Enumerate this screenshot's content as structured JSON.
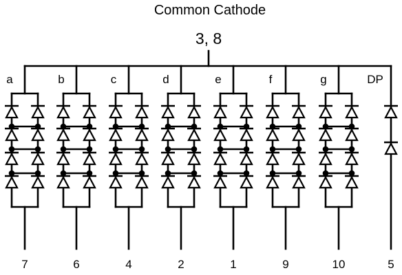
{
  "title": "Common Cathode",
  "common_pins": "3, 8",
  "segments": [
    {
      "label": "a",
      "pin": "7"
    },
    {
      "label": "b",
      "pin": "6"
    },
    {
      "label": "c",
      "pin": "4"
    },
    {
      "label": "d",
      "pin": "2"
    },
    {
      "label": "e",
      "pin": "1"
    },
    {
      "label": "f",
      "pin": "9"
    },
    {
      "label": "g",
      "pin": "10"
    }
  ],
  "decimal_point": {
    "label": "DP",
    "pin": "5"
  },
  "colors": {
    "line": "#000000",
    "background": "#ffffff"
  }
}
